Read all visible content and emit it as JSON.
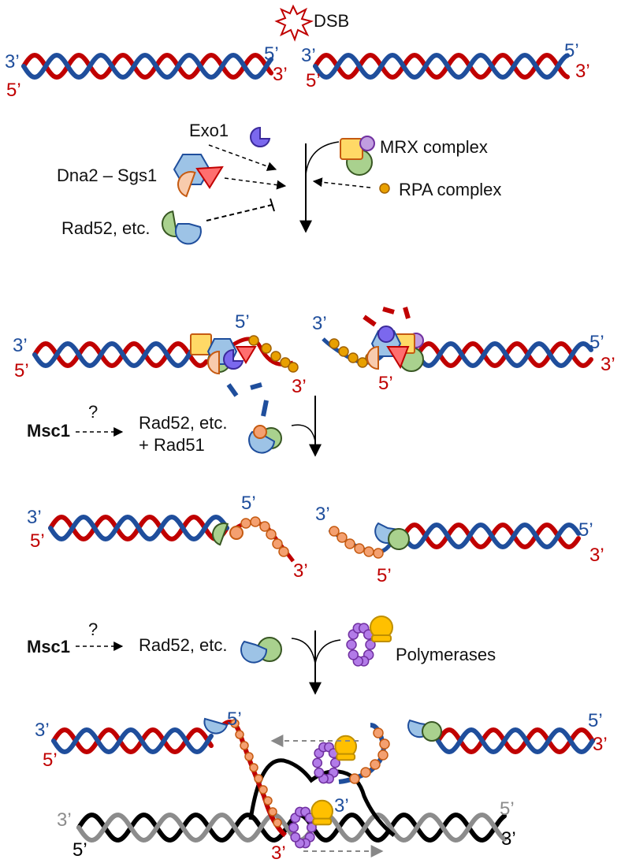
{
  "labels": {
    "dsb": "DSB",
    "exo1": "Exo1",
    "dna2_sgs1": "Dna2 – Sgs1",
    "rad52_etc_1": "Rad52, etc.",
    "mrx": "MRX complex",
    "rpa": "RPA complex",
    "msc1_a": "Msc1",
    "q_a": "?",
    "rad52_etc_2": "Rad52, etc.",
    "plus_rad51": "+ Rad51",
    "msc1_b": "Msc1",
    "q_b": "?",
    "rad52_etc_3": "Rad52, etc.",
    "polymerases": "Polymerases"
  },
  "ends": {
    "three": "3’",
    "five": "5’"
  },
  "colors": {
    "blue_strand": "#1f4e9c",
    "red_strand": "#c00000",
    "gray_strand": "#8c8c8c",
    "black_strand": "#000000",
    "rpa": "#e8a000",
    "rad51": "#f4a070",
    "mrx_square": "#ffd966",
    "mrx_circle": "#c19ee0",
    "rad52_blue": "#9dc3e6",
    "rad52_green": "#a9d18e",
    "exo1": "#7b68ee",
    "sgs1": "#9dc3e6",
    "dna2": "#ff6f6f",
    "polymerase_ring": "#b27be8",
    "polymerase_body": "#ffc000"
  }
}
